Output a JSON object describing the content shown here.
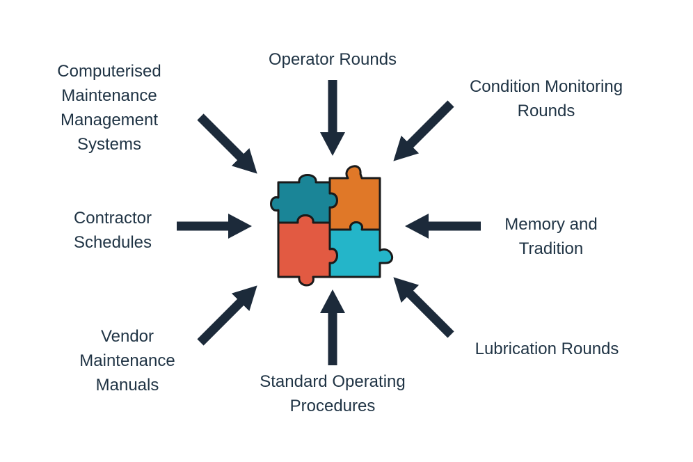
{
  "colors": {
    "arrow": "#1c2a3a",
    "text": "#1f3344",
    "outline": "#1a1a1a",
    "piece_teal": "#1a8597",
    "piece_orange": "#e07828",
    "piece_red": "#e25a42",
    "piece_cyan": "#24b5c9"
  },
  "labels": {
    "cmms": [
      "Computerised",
      "Maintenance",
      "Management",
      "Systems"
    ],
    "operator_rounds": [
      "Operator Rounds"
    ],
    "condition_monitoring": [
      "Condition Monitoring",
      "Rounds"
    ],
    "contractor_schedules": [
      "Contractor",
      "Schedules"
    ],
    "memory_tradition": [
      "Memory and",
      "Tradition"
    ],
    "vendor_manuals": [
      "Vendor",
      "Maintenance",
      "Manuals"
    ],
    "sop": [
      "Standard Operating",
      "Procedures"
    ],
    "lubrication_rounds": [
      "Lubrication Rounds"
    ]
  },
  "puzzle_icon": "four-piece-jigsaw-puzzle"
}
